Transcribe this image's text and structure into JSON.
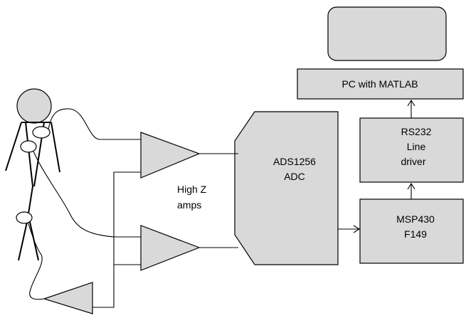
{
  "blocks": {
    "pc": {
      "label": "PC with MATLAB"
    },
    "rs232": {
      "lines": [
        "RS232",
        "Line",
        "driver"
      ]
    },
    "msp430": {
      "lines": [
        "MSP430",
        "F149"
      ]
    },
    "adc": {
      "lines": [
        "ADS1256",
        "ADC"
      ]
    },
    "amps": {
      "lines": [
        "High Z",
        "amps"
      ]
    }
  },
  "colors": {
    "block_fill": "#d9d9d9",
    "stroke": "#000000"
  }
}
